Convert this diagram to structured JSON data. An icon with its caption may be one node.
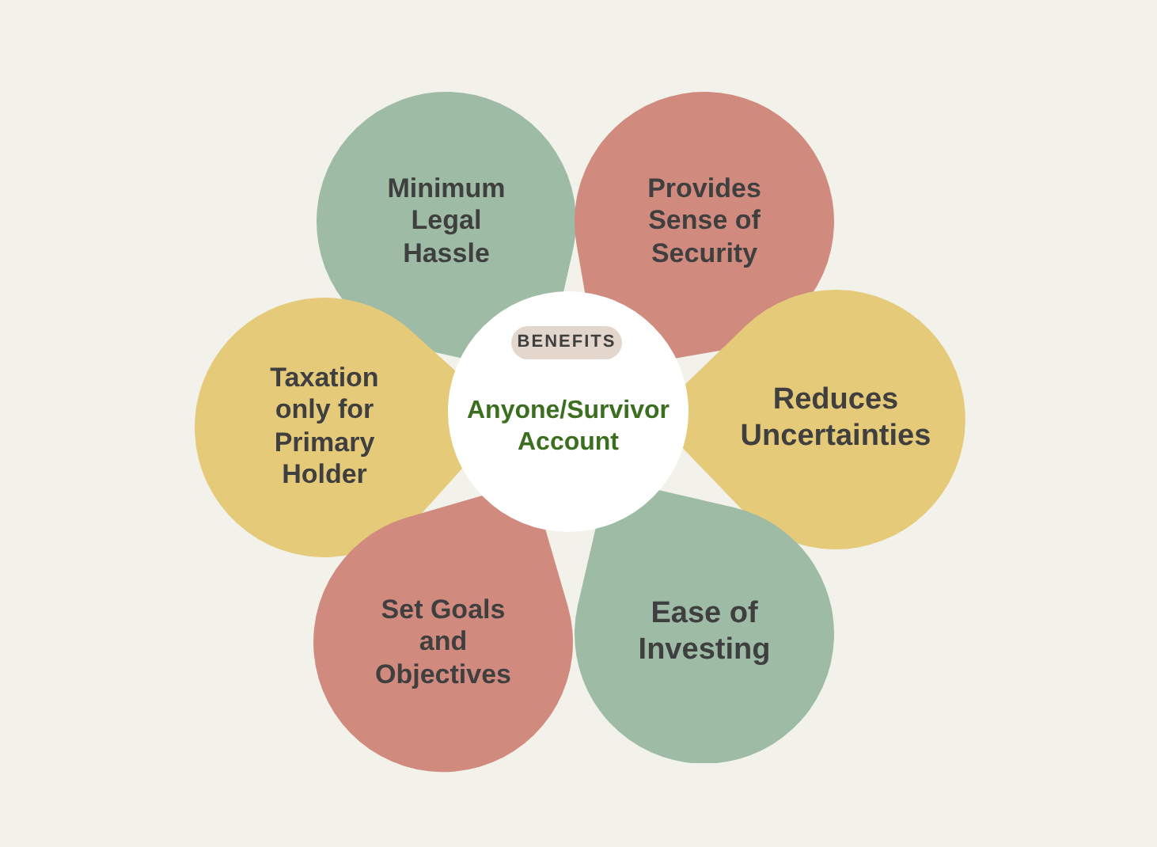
{
  "diagram": {
    "nodes": [
      {
        "text": [
          "Anyone/Survivor Account"
        ]
      },
      {
        "text": [
          "BENEFITS"
        ],
        "in": 0
      },
      {
        "text": [
          "Minimum Legal Hassle"
        ]
      },
      {
        "text": [
          "Provides Sense of Security"
        ]
      },
      {
        "text": [
          "Taxation only for Primary Holder"
        ]
      },
      {
        "text": [
          "Reduces Uncertainties"
        ]
      },
      {
        "text": [
          "Set Goals and Objectives"
        ]
      },
      {
        "text": [
          "Ease of Investing"
        ]
      }
    ]
  }
}
